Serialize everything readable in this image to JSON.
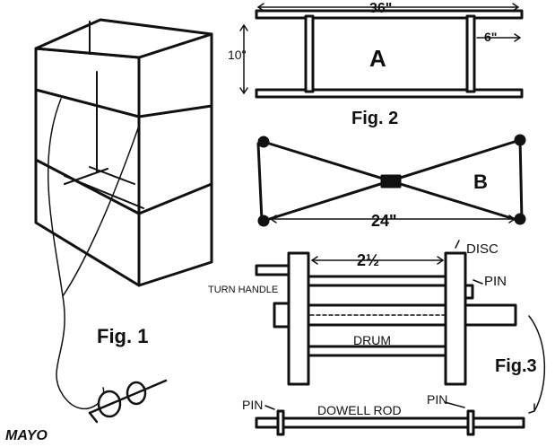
{
  "fig1": {
    "caption": "Fig. 1"
  },
  "fig2": {
    "caption": "Fig. 2",
    "frame_label": "A",
    "dim_length": "36\"",
    "dim_height": "10\"",
    "dim_inset": "6\""
  },
  "fig2b": {
    "frame_label": "B",
    "dim_span": "24\""
  },
  "fig3": {
    "caption": "Fig.3",
    "dim_gap": "2½",
    "disc_label": "DISC",
    "pin_label": "PIN",
    "handle_label": "TURN HANDLE",
    "drum_label": "DRUM",
    "rod_label": "DOWELL ROD",
    "rod_pin_left": "PIN",
    "rod_pin_right": "PIN"
  },
  "signature": "MAYO"
}
